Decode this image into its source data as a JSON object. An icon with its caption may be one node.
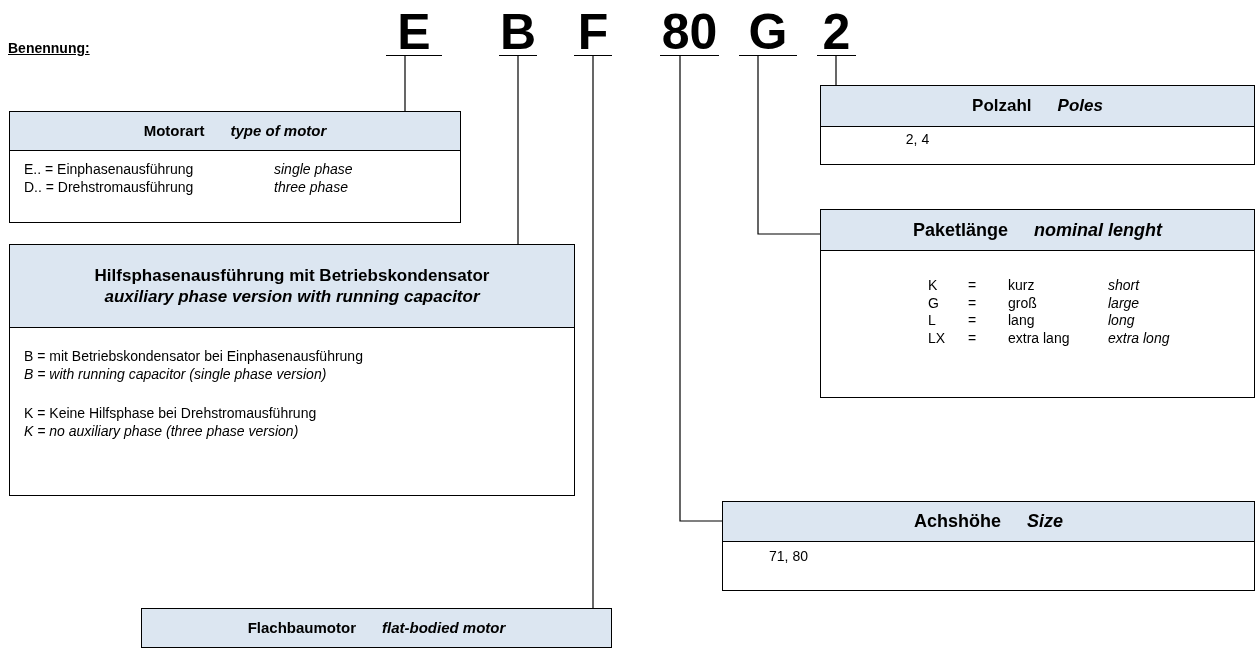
{
  "diagram": {
    "nodes": [
      {
        "text": [
          "E"
        ]
      },
      {
        "text": [
          "B"
        ]
      },
      {
        "text": [
          "F"
        ]
      },
      {
        "text": [
          "80"
        ]
      },
      {
        "text": [
          "G"
        ]
      },
      {
        "text": [
          "2"
        ]
      },
      {
        "text": [
          "Polzahl",
          "Poles",
          "2, 4"
        ]
      },
      {
        "text": [
          "Motorart",
          "type of motor",
          "E.. = Einphasenausführung",
          "single phase",
          "D.. = Drehstromausführung",
          "three phase"
        ]
      },
      {
        "text": [
          "Paketlänge",
          "nominal lenght",
          "K",
          "=",
          "kurz",
          "short",
          "G",
          "=",
          "groß",
          "large",
          "L",
          "=",
          "lang",
          "long",
          "LX",
          "=",
          "extra lang",
          "extra long"
        ]
      },
      {
        "text": [
          "Hilfsphasenausführung mit Betriebskondensator",
          "auxiliary phase version with running capacitor",
          "B = mit Betriebskondensator bei Einphasenausführung",
          "B = with running capacitor (single phase version)",
          "K = Keine Hilfsphase bei Drehstromausführung",
          "K = no auxiliary phase (three phase version)"
        ]
      },
      {
        "text": [
          "Achshöhe",
          "Size",
          "71, 80"
        ]
      },
      {
        "text": [
          "Flachbaumotor",
          "flat-bodied motor"
        ]
      }
    ],
    "edges": [
      {
        "from": 0,
        "to": 7,
        "arrow": "none"
      },
      {
        "from": 1,
        "to": 9,
        "arrow": "none"
      },
      {
        "from": 2,
        "to": 11,
        "arrow": "none"
      },
      {
        "from": 3,
        "to": 10,
        "arrow": "none"
      },
      {
        "from": 4,
        "to": 8,
        "arrow": "none"
      },
      {
        "from": 5,
        "to": 6,
        "arrow": "none"
      }
    ],
    "labels": [
      "Benennung:"
    ]
  }
}
